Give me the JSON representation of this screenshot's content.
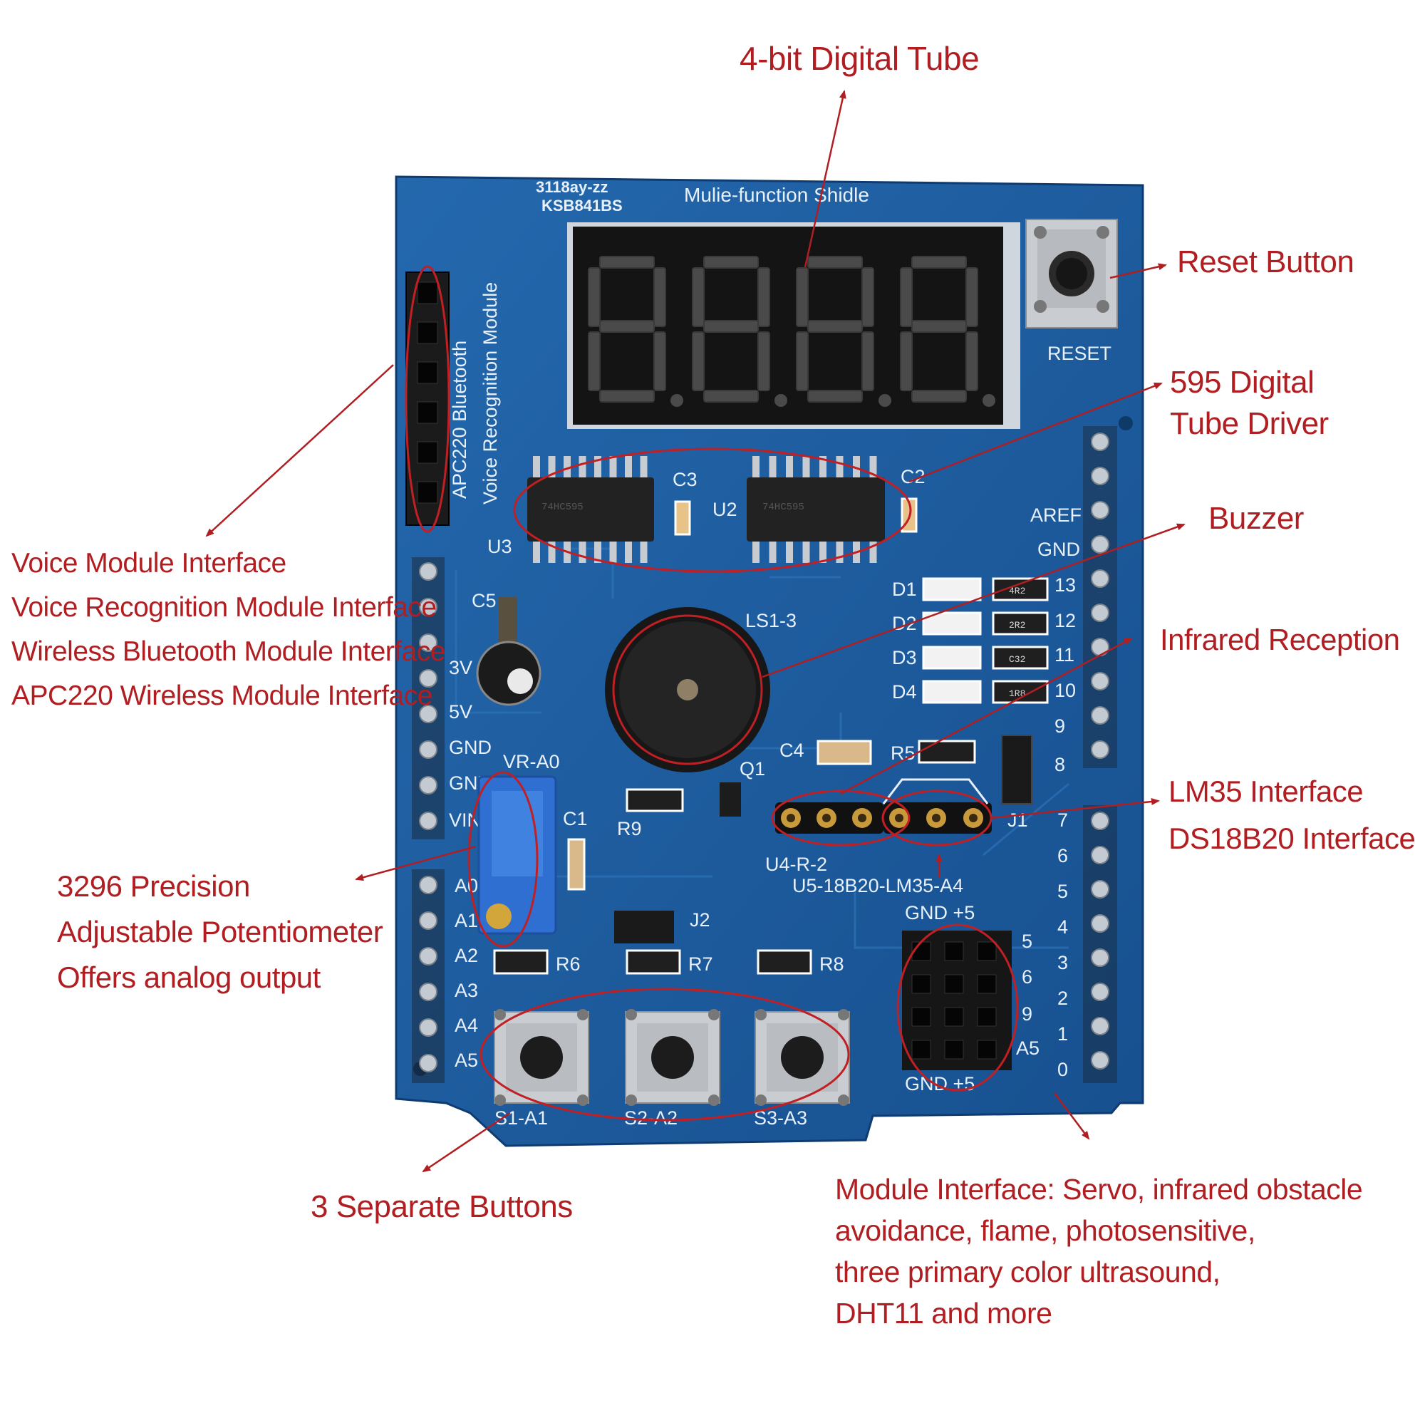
{
  "colors": {
    "annotation": "#b01e22",
    "board": "#1d5a9c",
    "silkscreen": "#e8f1fb",
    "display": "#141414"
  },
  "callouts": {
    "digital_tube": "4-bit Digital Tube",
    "reset_button": "Reset Button",
    "tube_driver": [
      "595 Digital",
      "Tube Driver"
    ],
    "buzzer": "Buzzer",
    "infrared": "Infrared Reception",
    "lm35": [
      "LM35 Interface",
      "DS18B20 Interface"
    ],
    "voice_module": [
      "Voice Module Interface",
      "Voice Recognition Module Interface",
      "Wireless Bluetooth Module Interface",
      "APC220 Wireless Module Interface"
    ],
    "potentiometer": [
      "3296 Precision",
      "Adjustable Potentiometer",
      "Offers analog output"
    ],
    "buttons": "3 Separate Buttons",
    "module_interface": [
      "Module Interface: Servo, infrared obstacle",
      "avoidance, flame, photosensitive,",
      "three primary color ultrasound,",
      "DHT11 and more"
    ]
  },
  "board": {
    "model": [
      "3118ay-zz",
      "KSB841BS"
    ],
    "title": "Mulie-function Shidle",
    "reset_label": "RESET",
    "display_digits": "8.8.8.8.",
    "vertical_labels": [
      "APC220 Bluetooth",
      "Voice Recognition Module"
    ],
    "components": {
      "c3": "C3",
      "c2": "C2",
      "u2": "U2",
      "u3": "U3",
      "c5": "C5",
      "ls": "LS1-3",
      "c4": "C4",
      "r5": "R5",
      "q1": "Q1",
      "r9": "R9",
      "c1": "C1",
      "vr": "VR-A0",
      "j2": "J2",
      "j1": "J1",
      "u4": "U4-R-2",
      "u5": "U5-18B20-LM35-A4",
      "r6": "R6",
      "r7": "R7",
      "r8": "R8",
      "s1": "S1-A1",
      "s2": "S2-A2",
      "s3": "S3-A3",
      "gnd5_top": "GND +5",
      "gnd5_bottom": "GND +5"
    },
    "leds": [
      "D1",
      "D2",
      "D3",
      "D4"
    ],
    "resistor_codes": [
      "4R2",
      "2R2",
      "C32",
      "1R8"
    ],
    "power_pins": [
      "3V",
      "5V",
      "GND",
      "GND",
      "VIN"
    ],
    "analog_pins": [
      "A0",
      "A1",
      "A2",
      "A3",
      "A4",
      "A5"
    ],
    "right_header_top": [
      "AREF",
      "GND",
      "13",
      "12",
      "11",
      "10",
      "9",
      "8"
    ],
    "right_header_bottom": [
      "7",
      "6",
      "5",
      "4",
      "3",
      "2",
      "1",
      "0"
    ],
    "module_header_labels": [
      "5",
      "6",
      "9",
      "A5"
    ]
  }
}
